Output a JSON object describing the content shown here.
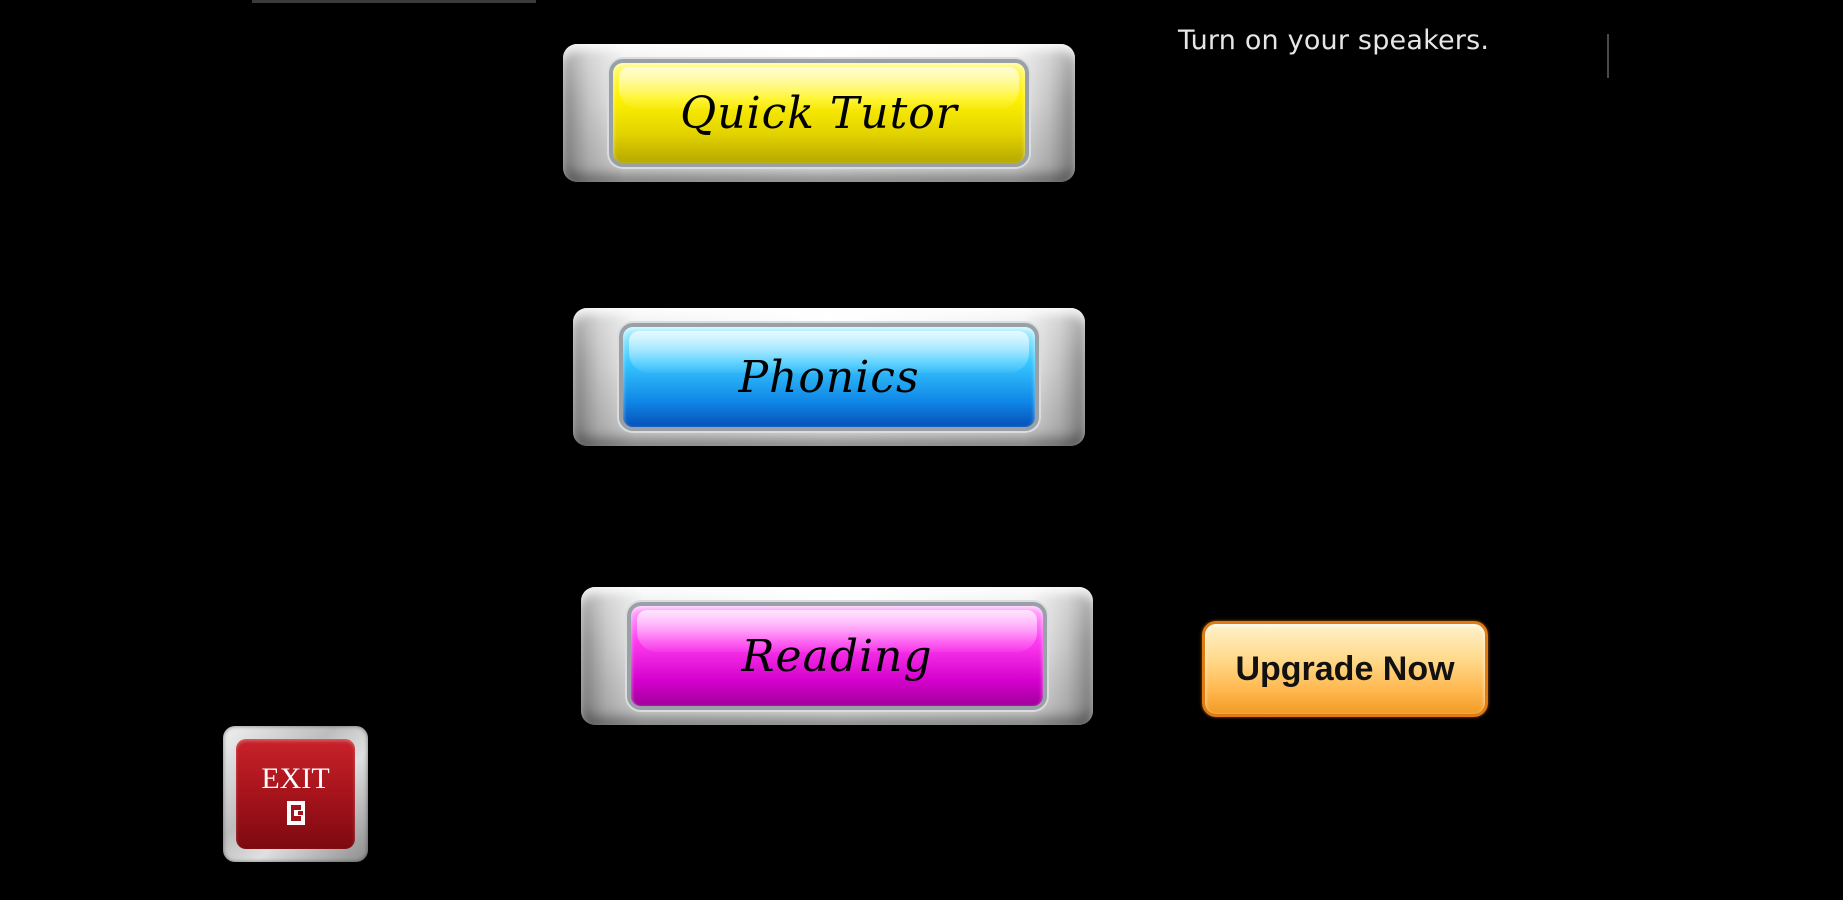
{
  "notice": {
    "text": "Turn on your speakers."
  },
  "menu": {
    "quick_tutor": "Quick Tutor",
    "phonics": "Phonics",
    "reading": "Reading"
  },
  "upgrade": {
    "label": "Upgrade Now"
  },
  "exit": {
    "label": "EXIT",
    "icon": "exit-door-icon"
  },
  "colors": {
    "background": "#000000",
    "quick_tutor_face": "#fff200",
    "phonics_face": "#38c8ff",
    "reading_face": "#ff3df0",
    "upgrade_face": "#ffb64c",
    "exit_face": "#a3121a"
  }
}
